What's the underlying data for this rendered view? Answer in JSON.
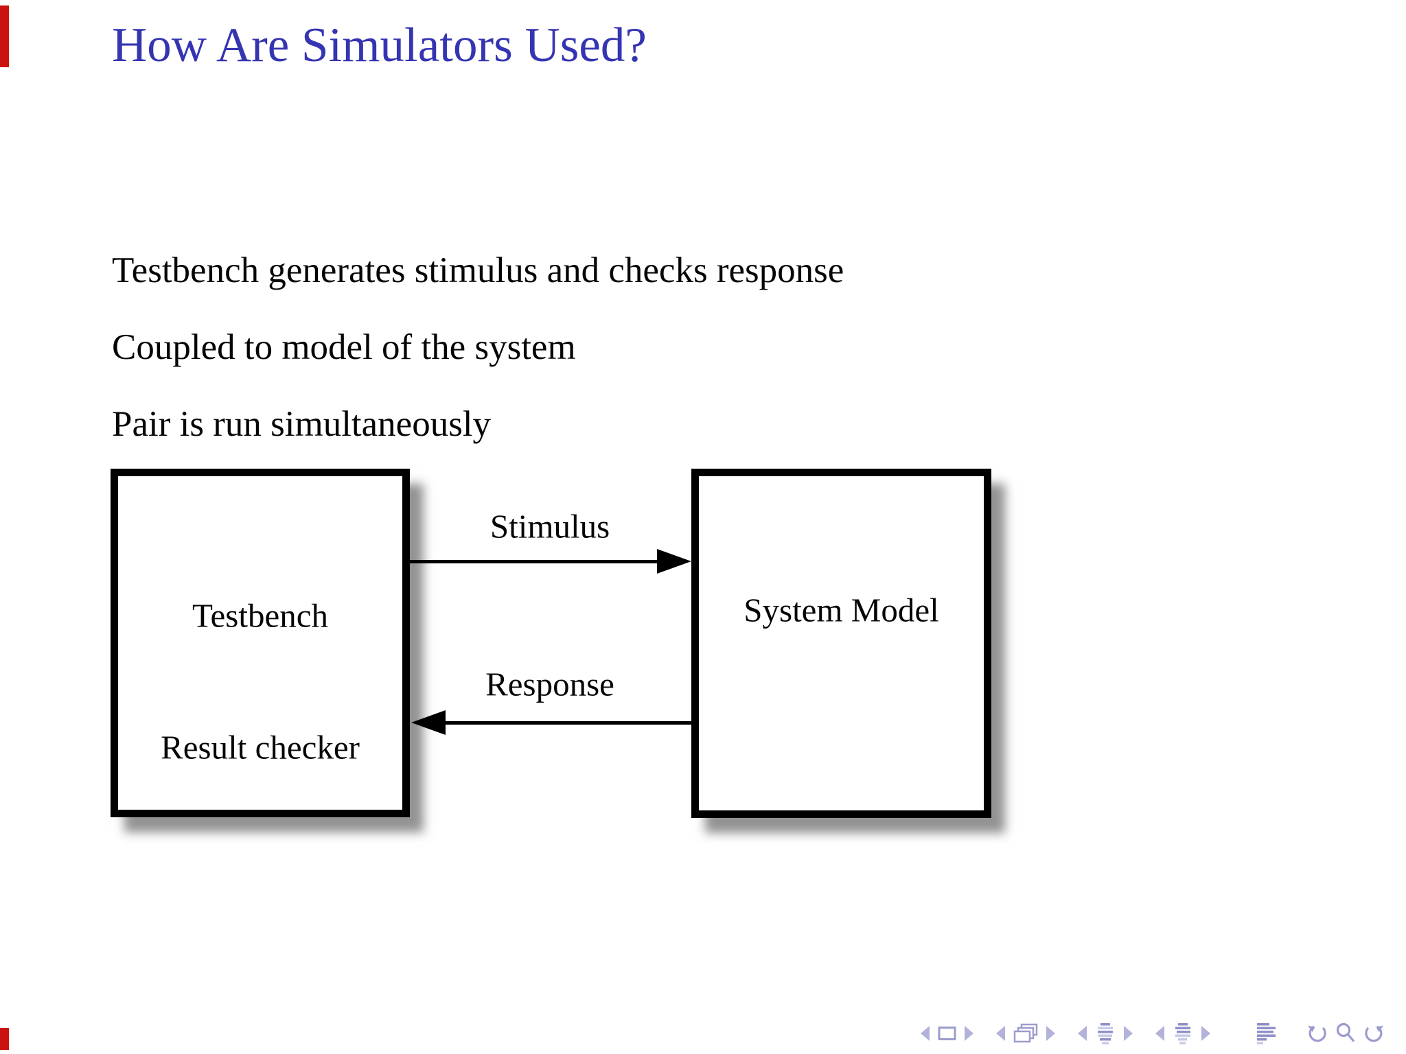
{
  "slide": {
    "title": "How Are Simulators Used?",
    "title_color": "#3534b2",
    "background_color": "#ffffff",
    "text_color": "#050505"
  },
  "body": {
    "lines": [
      "Testbench generates stimulus and checks response",
      "Coupled to model of the system",
      "Pair is run simultaneously"
    ]
  },
  "diagram": {
    "left_box": {
      "line1": "Testbench",
      "line2": "Result checker"
    },
    "right_box": {
      "label": "System Model"
    },
    "arrows": [
      {
        "label": "Stimulus",
        "direction": "left-to-right"
      },
      {
        "label": "Response",
        "direction": "right-to-left"
      }
    ],
    "box_border_color": "#000000",
    "shadow_color": "#3c3c3c"
  },
  "edge_marks": {
    "color": "#cc1111",
    "positions": [
      "top-left",
      "bottom-left"
    ]
  },
  "nav": {
    "color": "#a2a2d2",
    "color_dark": "#8f8fc9",
    "color_light": "#c9c9e8",
    "icons": [
      "prev-slide-icon",
      "frame-icon",
      "next-slide-icon",
      "prev-frame-icon",
      "frames-stack-icon",
      "next-frame-icon",
      "prev-section-icon",
      "section-outline-icon",
      "next-section-icon",
      "prev-subsection-icon",
      "subsection-outline-icon",
      "next-subsection-icon",
      "appendix-outline-icon",
      "back-icon",
      "search-icon",
      "forward-icon"
    ]
  }
}
